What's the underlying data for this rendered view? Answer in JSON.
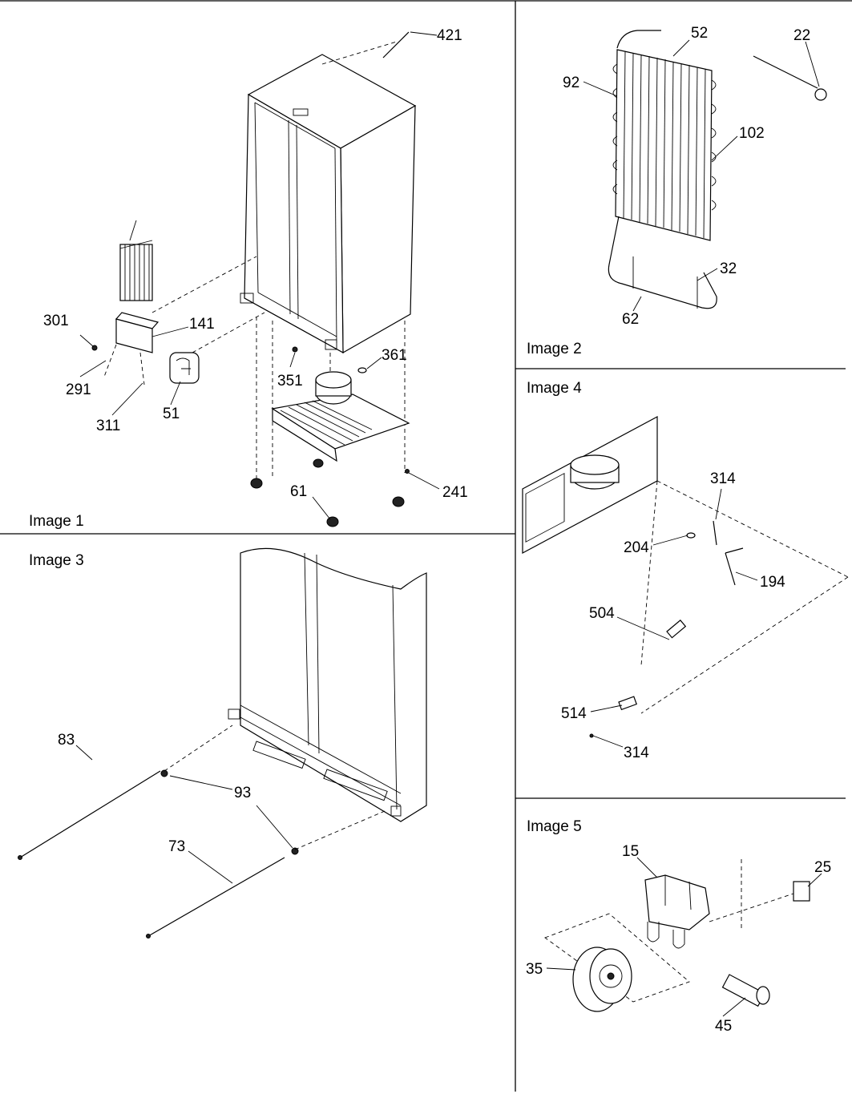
{
  "panels": [
    {
      "caption": "Image 1"
    },
    {
      "caption": "Image 2"
    },
    {
      "caption": "Image 3"
    },
    {
      "caption": "Image 4"
    },
    {
      "caption": "Image 5"
    }
  ],
  "callouts": {
    "img1": [
      "421",
      "301",
      "141",
      "291",
      "311",
      "51",
      "351",
      "361",
      "61",
      "241"
    ],
    "img2": [
      "52",
      "22",
      "92",
      "102",
      "32",
      "62"
    ],
    "img3": [
      "83",
      "93",
      "73"
    ],
    "img4": [
      "314",
      "204",
      "194",
      "504",
      "514",
      "314"
    ],
    "img5": [
      "15",
      "25",
      "35",
      "45"
    ]
  }
}
